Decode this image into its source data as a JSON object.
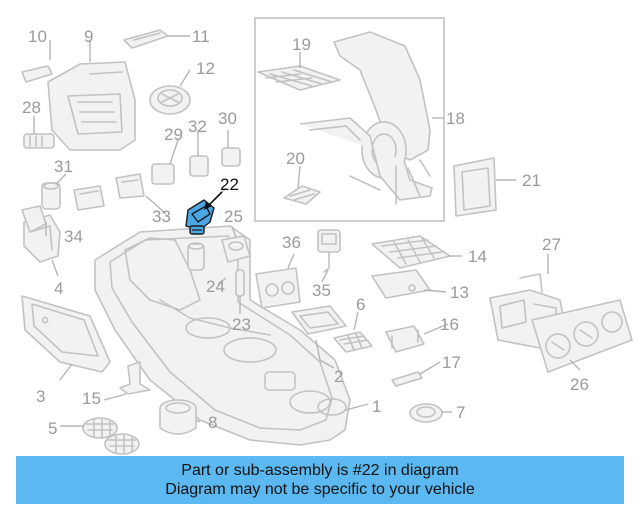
{
  "diagram": {
    "highlighted_part": "22",
    "highlight_color": "#4aa7e6",
    "parts": [
      "1",
      "2",
      "3",
      "4",
      "5",
      "6",
      "7",
      "8",
      "9",
      "10",
      "11",
      "12",
      "13",
      "14",
      "15",
      "16",
      "17",
      "18",
      "19",
      "20",
      "21",
      "22",
      "23",
      "24",
      "25",
      "26",
      "27",
      "28",
      "29",
      "30",
      "31",
      "32",
      "33",
      "34",
      "35",
      "36"
    ]
  },
  "banner": {
    "line1": "Part or sub-assembly is #22 in diagram",
    "line2": "Diagram may not be specific to your vehicle",
    "background": "#5bb8f0"
  }
}
